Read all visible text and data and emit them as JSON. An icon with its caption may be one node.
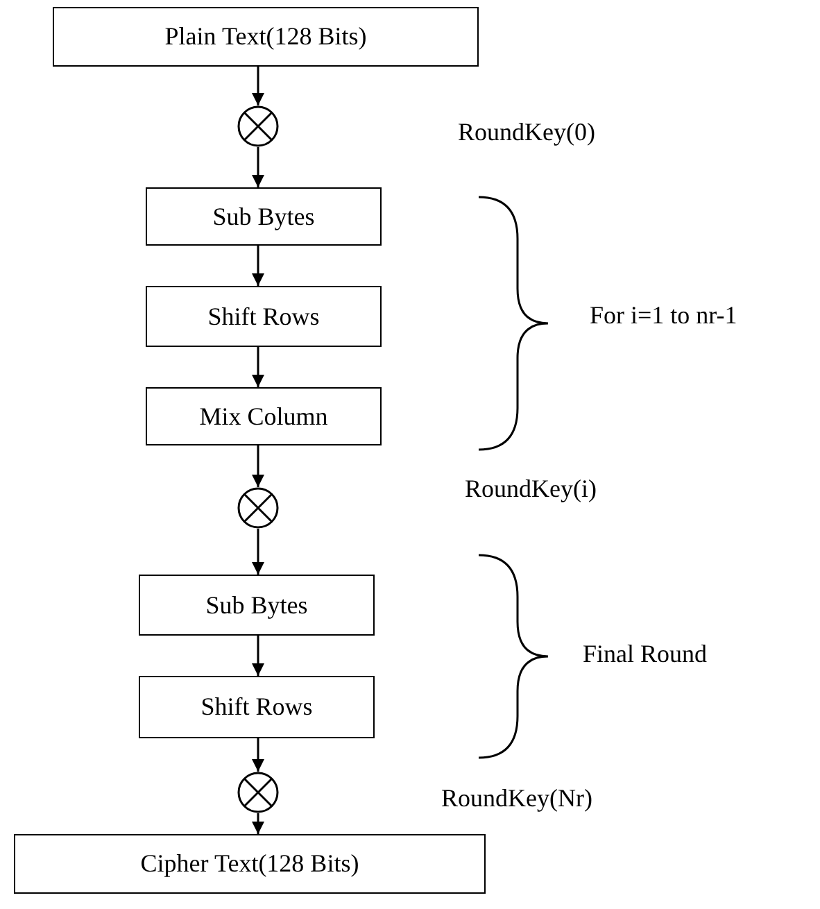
{
  "diagram": {
    "nodes": [
      {
        "text": [
          "Plain Text(128 Bits)"
        ]
      },
      {
        "text": [],
        "shape": "circle"
      },
      {
        "text": [
          "Sub Bytes"
        ]
      },
      {
        "text": [
          "Shift Rows"
        ]
      },
      {
        "text": [
          "Mix Column"
        ]
      },
      {
        "text": [],
        "shape": "circle"
      },
      {
        "text": [
          "Sub Bytes"
        ]
      },
      {
        "text": [
          "Shift Rows"
        ]
      },
      {
        "text": [],
        "shape": "circle"
      },
      {
        "text": [
          "Cipher Text(128 Bits)"
        ]
      }
    ],
    "edges": [
      {
        "from": 0,
        "to": 1,
        "arrow": "to"
      },
      {
        "from": 1,
        "to": 2,
        "arrow": "to"
      },
      {
        "from": 2,
        "to": 3,
        "arrow": "to"
      },
      {
        "from": 3,
        "to": 4,
        "arrow": "to"
      },
      {
        "from": 4,
        "to": 5,
        "arrow": "to"
      },
      {
        "from": 5,
        "to": 6,
        "arrow": "to"
      },
      {
        "from": 6,
        "to": 7,
        "arrow": "to"
      },
      {
        "from": 7,
        "to": 8,
        "arrow": "to"
      },
      {
        "from": 8,
        "to": 9,
        "arrow": "to"
      }
    ],
    "labels": [
      "RoundKey(0)",
      "For i=1 to nr-1",
      "RoundKey(i)",
      "Final Round",
      "RoundKey(Nr)"
    ]
  }
}
